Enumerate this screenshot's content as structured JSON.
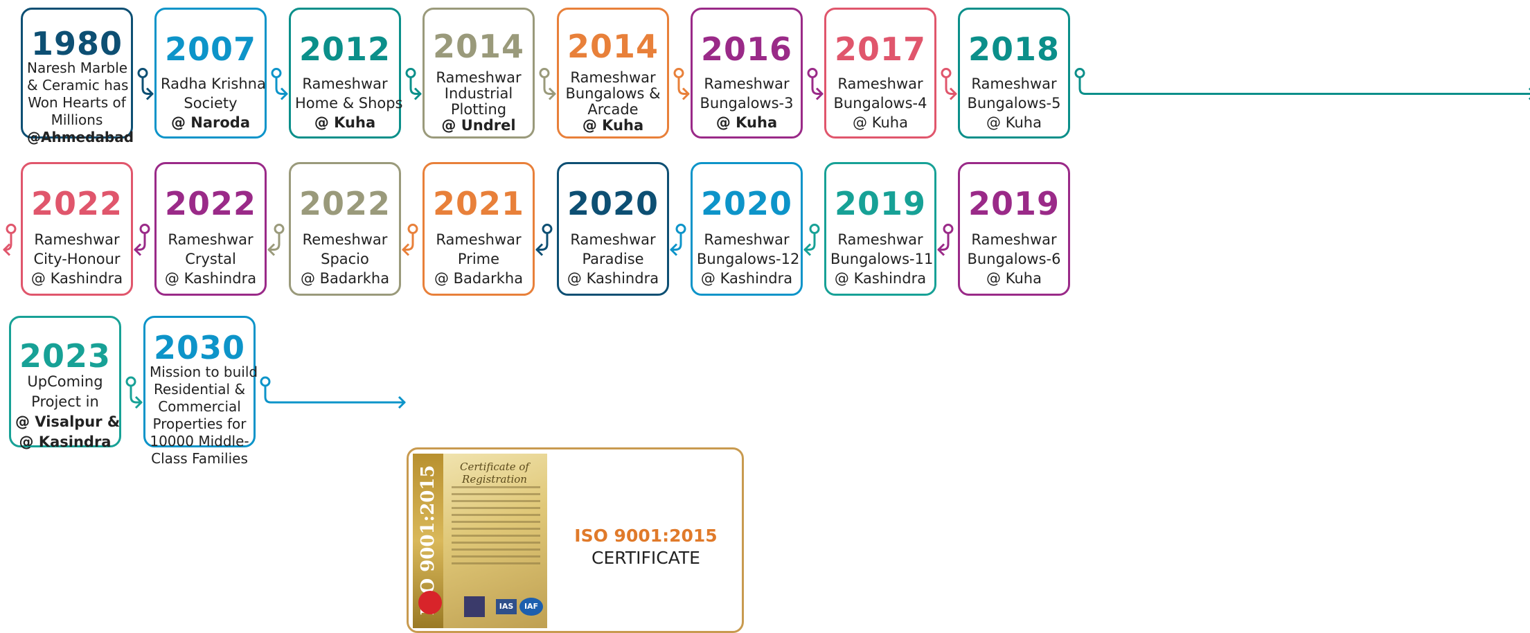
{
  "timeline": [
    {
      "year": "1980",
      "color": "#0d4f73",
      "lines": [
        {
          "t": "Naresh Marble",
          "b": false
        },
        {
          "t": "& Ceramic has",
          "b": false
        },
        {
          "t": "Won Hearts of",
          "b": false
        },
        {
          "t": "Millions",
          "b": false
        },
        {
          "t": "@Ahmedabad",
          "b": true
        }
      ]
    },
    {
      "year": "2007",
      "color": "#0d94c9",
      "lines": [
        {
          "t": "Radha Krishna",
          "b": false
        },
        {
          "t": "Society",
          "b": false
        },
        {
          "t": "@ Naroda",
          "b": true
        }
      ]
    },
    {
      "year": "2012",
      "color": "#0b8f8a",
      "lines": [
        {
          "t": "Rameshwar",
          "b": false
        },
        {
          "t": "Home & Shops",
          "b": false
        },
        {
          "t": "@ Kuha",
          "b": true
        }
      ]
    },
    {
      "year": "2014",
      "color": "#9a9a7b",
      "lines": [
        {
          "t": "Rameshwar",
          "b": false
        },
        {
          "t": "Industrial",
          "b": false
        },
        {
          "t": "Plotting",
          "b": false
        },
        {
          "t": "@ Undrel",
          "b": true
        }
      ]
    },
    {
      "year": "2014",
      "color": "#e8803a",
      "lines": [
        {
          "t": "Rameshwar",
          "b": false
        },
        {
          "t": "Bungalows &",
          "b": false
        },
        {
          "t": "Arcade",
          "b": false
        },
        {
          "t": "@ Kuha",
          "b": true
        }
      ]
    },
    {
      "year": "2016",
      "color": "#9a2a88",
      "lines": [
        {
          "t": "Rameshwar",
          "b": false
        },
        {
          "t": "Bungalows-3",
          "b": false
        },
        {
          "t": "@ Kuha",
          "b": true
        }
      ]
    },
    {
      "year": "2017",
      "color": "#e0566c",
      "lines": [
        {
          "t": "Rameshwar",
          "b": false
        },
        {
          "t": "Bungalows-4",
          "b": false
        },
        {
          "t": "@ Kuha",
          "b": false
        }
      ]
    },
    {
      "year": "2018",
      "color": "#0b8f8a",
      "lines": [
        {
          "t": "Rameshwar",
          "b": false
        },
        {
          "t": "Bungalows-5",
          "b": false
        },
        {
          "t": "@ Kuha",
          "b": false
        }
      ]
    },
    {
      "year": "2019",
      "color": "#9a2a88",
      "lines": [
        {
          "t": "Rameshwar",
          "b": false
        },
        {
          "t": "Bungalows-6",
          "b": false
        },
        {
          "t": "@ Kuha",
          "b": false
        }
      ]
    },
    {
      "year": "2019",
      "color": "#17a196",
      "lines": [
        {
          "t": "Rameshwar",
          "b": false
        },
        {
          "t": "Bungalows-11",
          "b": false
        },
        {
          "t": "@ Kashindra",
          "b": false
        }
      ]
    },
    {
      "year": "2020",
      "color": "#0d94c9",
      "lines": [
        {
          "t": "Rameshwar",
          "b": false
        },
        {
          "t": "Bungalows-12",
          "b": false
        },
        {
          "t": "@ Kashindra",
          "b": false
        }
      ]
    },
    {
      "year": "2020",
      "color": "#0d4f73",
      "lines": [
        {
          "t": "Rameshwar",
          "b": false
        },
        {
          "t": "Paradise",
          "b": false
        },
        {
          "t": "@ Kashindra",
          "b": false
        }
      ]
    },
    {
      "year": "2021",
      "color": "#e8803a",
      "lines": [
        {
          "t": "Rameshwar",
          "b": false
        },
        {
          "t": "Prime",
          "b": false
        },
        {
          "t": "@ Badarkha",
          "b": false
        }
      ]
    },
    {
      "year": "2022",
      "color": "#9a9a7b",
      "lines": [
        {
          "t": "Remeshwar",
          "b": false
        },
        {
          "t": "Spacio",
          "b": false
        },
        {
          "t": "@ Badarkha",
          "b": false
        }
      ]
    },
    {
      "year": "2022",
      "color": "#9a2a88",
      "lines": [
        {
          "t": "Rameshwar",
          "b": false
        },
        {
          "t": "Crystal",
          "b": false
        },
        {
          "t": "@ Kashindra",
          "b": false
        }
      ]
    },
    {
      "year": "2022",
      "color": "#e0566c",
      "lines": [
        {
          "t": "Rameshwar",
          "b": false
        },
        {
          "t": "City-Honour",
          "b": false
        },
        {
          "t": "@ Kashindra",
          "b": false
        }
      ]
    },
    {
      "year": "2023",
      "color": "#17a196",
      "lines": [
        {
          "t": "UpComing",
          "b": false
        },
        {
          "t": "Project in",
          "b": false
        },
        {
          "t": "@ Visalpur &",
          "b": true
        },
        {
          "t": "@ Kasindra",
          "b": true
        }
      ]
    },
    {
      "year": "2030",
      "color": "#0d94c9",
      "lines": [
        {
          "t": "Mission to build",
          "b": false
        },
        {
          "t": "Residential &",
          "b": false
        },
        {
          "t": "Commercial",
          "b": false
        },
        {
          "t": "Properties for",
          "b": false
        },
        {
          "t": "10000 Middle-",
          "b": false
        },
        {
          "t": "Class Families",
          "b": false
        }
      ]
    }
  ],
  "certificate": {
    "title": "ISO 9001:2015",
    "subtitle": "CERTIFICATE",
    "image_band_text": "ISO 9001:2015",
    "image_script_text": "Certificate of Registration",
    "logo_text_1": "IAS",
    "logo_text_2": "IAF",
    "border_color": "#c89a4f",
    "title_color": "#e07a2a"
  }
}
